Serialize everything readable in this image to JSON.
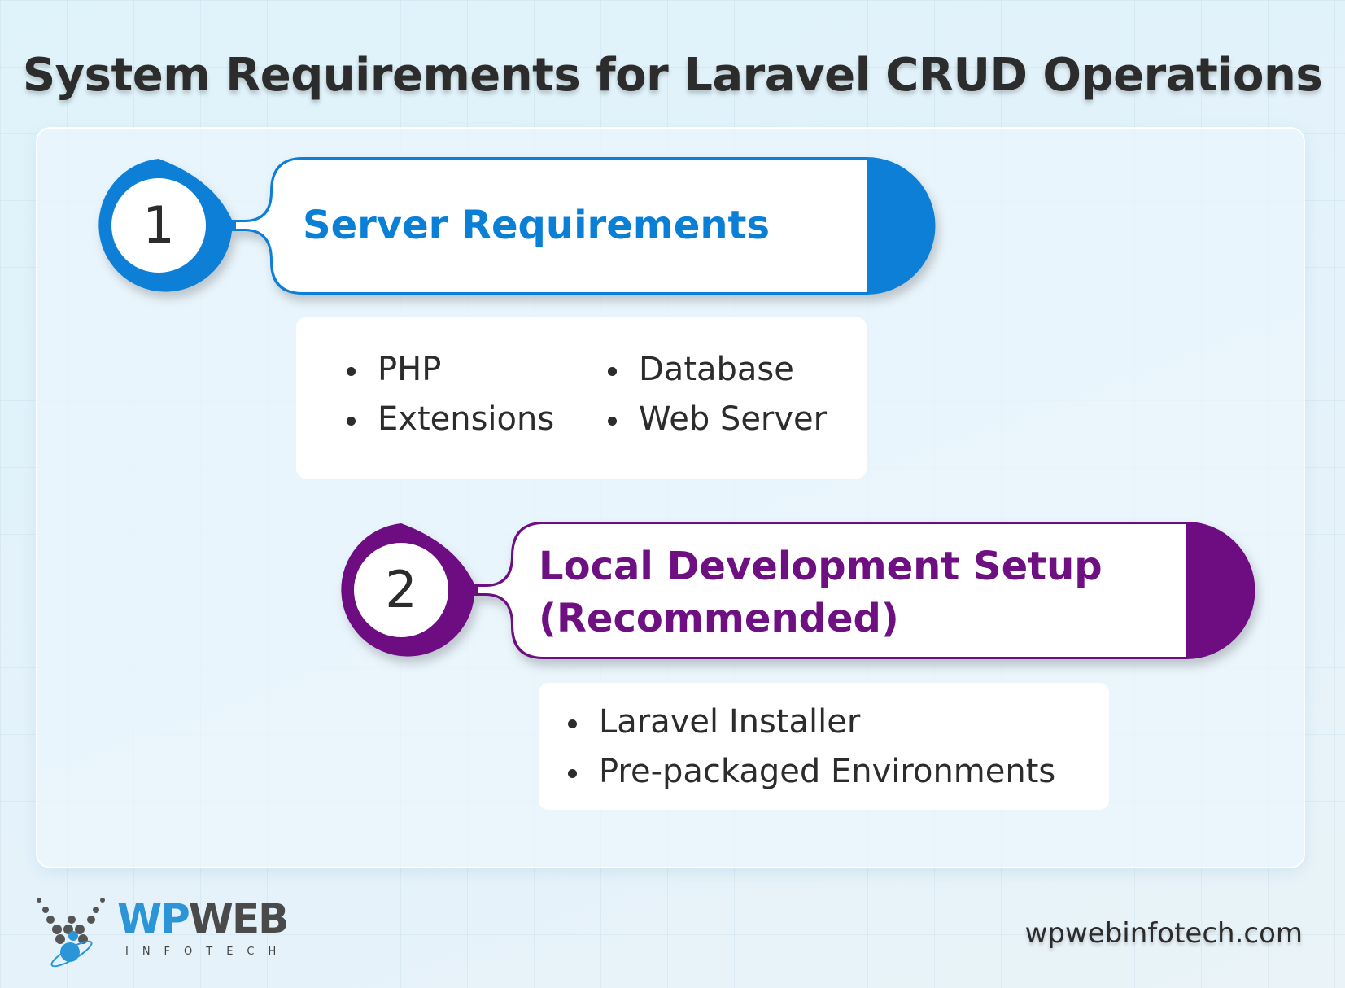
{
  "title": "System Requirements for Laravel CRUD Operations",
  "colors": {
    "step1": "#0a7fd6",
    "step2": "#6e0f82",
    "text": "#2c2c2c"
  },
  "steps": [
    {
      "number": "1",
      "heading_lines": [
        "Server Requirements"
      ],
      "items_col1": [
        "PHP",
        "Extensions"
      ],
      "items_col2": [
        "Database",
        "Web Server"
      ]
    },
    {
      "number": "2",
      "heading_lines": [
        "Local Development Setup",
        "(Recommended)"
      ],
      "items": [
        "Laravel Installer",
        "Pre-packaged Environments"
      ]
    }
  ],
  "footer": {
    "logo_text": "WPWEB",
    "logo_sub": "INFOTECH",
    "website": "wpwebinfotech.com"
  }
}
